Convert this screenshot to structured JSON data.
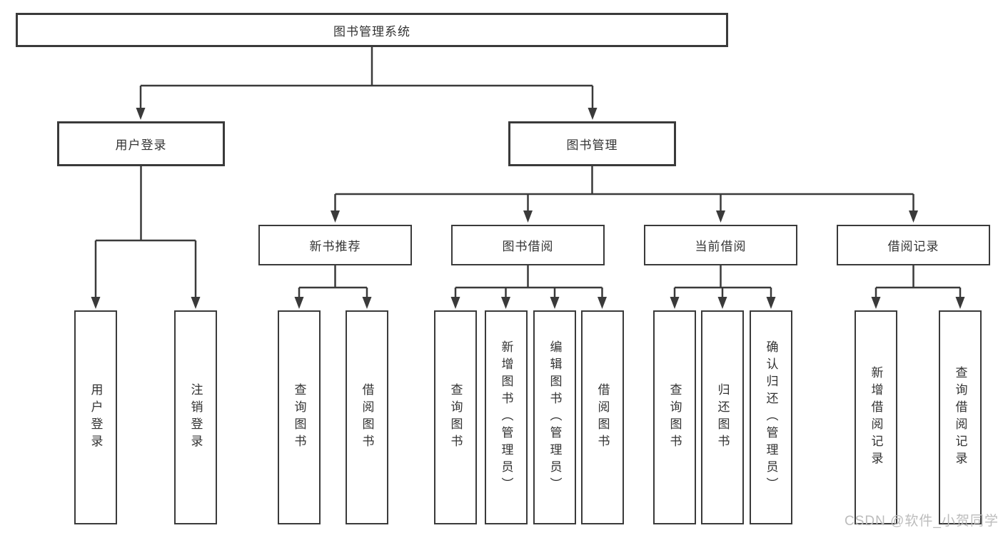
{
  "nodes": {
    "root": {
      "label": "图书管理系统"
    },
    "level2": [
      {
        "label": "用户登录"
      },
      {
        "label": "图书管理"
      }
    ],
    "level3": [
      {
        "label": "新书推荐"
      },
      {
        "label": "图书借阅"
      },
      {
        "label": "当前借阅"
      },
      {
        "label": "借阅记录"
      }
    ],
    "leaves": [
      {
        "label": "用户登录",
        "parent": "用户登录"
      },
      {
        "label": "注销登录",
        "parent": "用户登录"
      },
      {
        "label": "查询图书",
        "parent": "新书推荐"
      },
      {
        "label": "借阅图书",
        "parent": "新书推荐"
      },
      {
        "label": "查询图书",
        "parent": "图书借阅"
      },
      {
        "label": "新增图书（管理员）",
        "parent": "图书借阅"
      },
      {
        "label": "编辑图书（管理员）",
        "parent": "图书借阅"
      },
      {
        "label": "借阅图书",
        "parent": "图书借阅"
      },
      {
        "label": "查询图书",
        "parent": "当前借阅"
      },
      {
        "label": "归还图书",
        "parent": "当前借阅"
      },
      {
        "label": "确认归还（管理员）",
        "parent": "当前借阅"
      },
      {
        "label": "新增借阅记录",
        "parent": "借阅记录"
      },
      {
        "label": "查询借阅记录",
        "parent": "借阅记录"
      }
    ]
  },
  "watermark": {
    "text": "CSDN @软件_小贺同学"
  },
  "colors": {
    "line": "#3a3a3a",
    "text": "#333333",
    "watermark": "#bcbcbc",
    "background": "#ffffff"
  }
}
